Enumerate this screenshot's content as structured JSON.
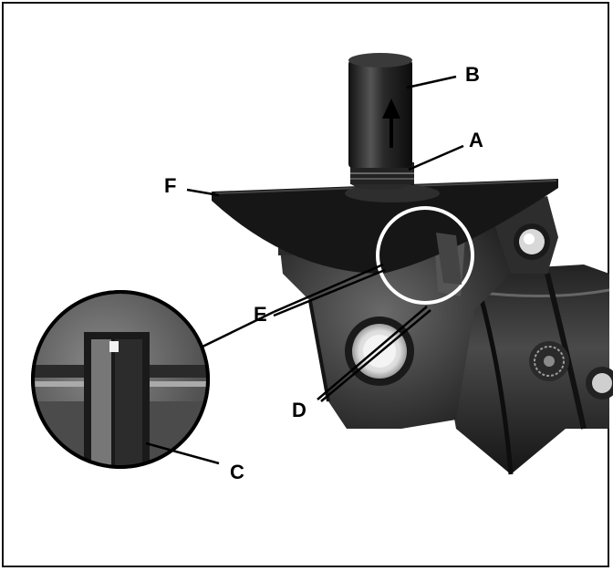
{
  "figure": {
    "labels": {
      "a": "A",
      "b": "B",
      "c": "C",
      "d": "D",
      "e": "E",
      "f": "F"
    }
  }
}
